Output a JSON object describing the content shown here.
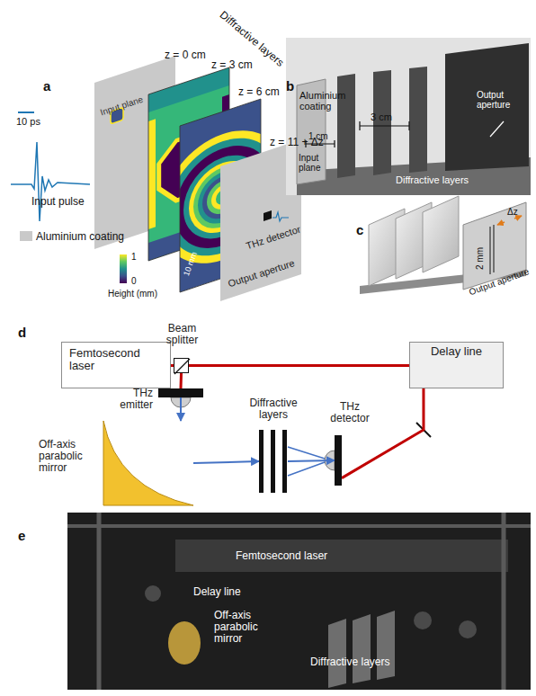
{
  "diagram": {
    "nodes": [
      {
        "text": [
          "Femtosecond laser"
        ]
      },
      {
        "text": [
          "Beam splitter"
        ]
      },
      {
        "text": [
          "Delay line"
        ]
      },
      {
        "text": [
          "THz emitter"
        ]
      },
      {
        "text": [
          "Off-axis parabolic mirror"
        ]
      },
      {
        "text": [
          "Diffractive layers"
        ]
      },
      {
        "text": [
          "THz detector"
        ]
      }
    ],
    "edges": [
      {
        "from": 0,
        "to": 1,
        "arrow": "none"
      },
      {
        "from": 1,
        "to": 2,
        "arrow": "none"
      },
      {
        "from": 1,
        "to": 3,
        "arrow": "none"
      },
      {
        "from": 2,
        "to": 6,
        "arrow": "none"
      },
      {
        "from": 3,
        "to": 4,
        "arrow": "to"
      },
      {
        "from": 4,
        "to": 5,
        "arrow": "to"
      },
      {
        "from": 5,
        "to": 6,
        "arrow": "to"
      }
    ],
    "labels": [
      "a",
      "10 ps",
      "Input pulse",
      "Input plane",
      "z = 0 cm",
      "Diffractive layers",
      "z = 3 cm",
      "z = 6 cm",
      "z = 11 + Δz",
      "10 mm",
      "1",
      "0",
      "Height (mm)",
      "THz detector",
      "Output aperture",
      "b",
      "Aluminium coating",
      "3 cm",
      "1 cm",
      "Input plane",
      "Diffractive layers",
      "Output aperture",
      "c",
      "2 mm",
      "Δz",
      "Output aperture",
      "d",
      "e",
      "Femtosecond laser",
      "Delay line",
      "Off-axis parabolic mirror",
      "Diffractive layers"
    ],
    "legend": [
      {
        "text": "Aluminium coating",
        "color": "#c9c9c9"
      }
    ]
  }
}
